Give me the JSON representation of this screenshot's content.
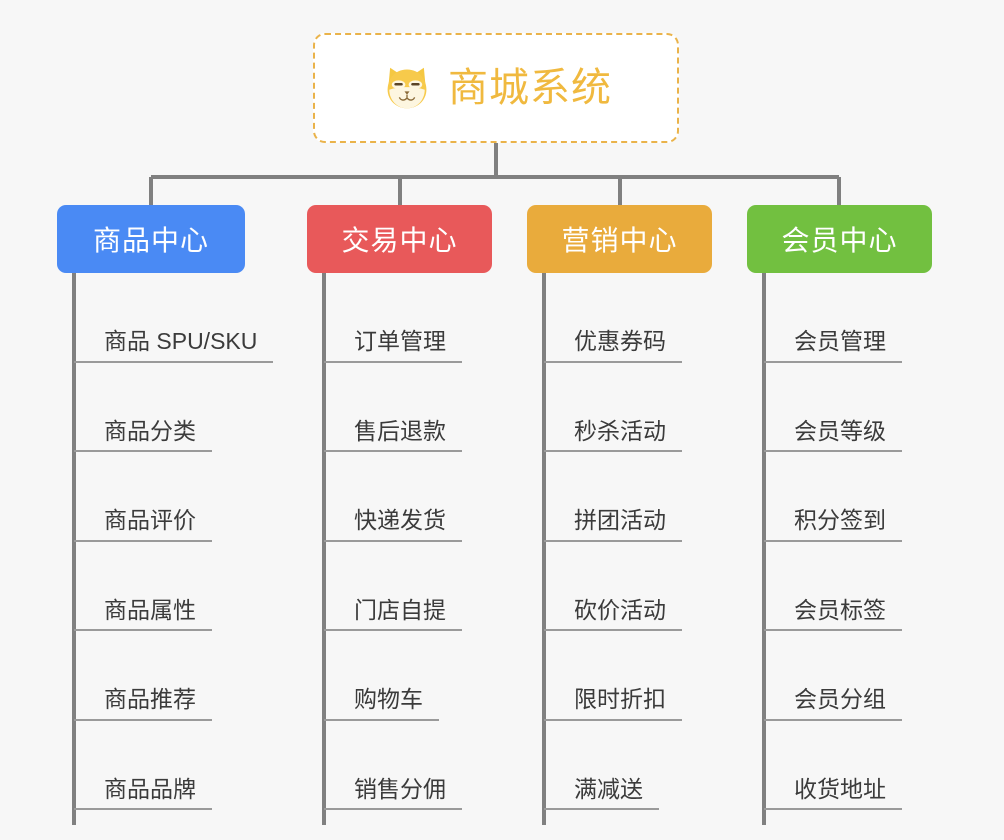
{
  "root": {
    "icon": "shiba-dog-face-emoji",
    "title": "商城系统",
    "border_color": "#eab34a",
    "title_color": "#f0b93f"
  },
  "branches": [
    {
      "label": "商品中心",
      "color": "#4a8af4",
      "items": [
        "商品 SPU/SKU",
        "商品分类",
        "商品评价",
        "商品属性",
        "商品推荐",
        "商品品牌"
      ]
    },
    {
      "label": "交易中心",
      "color": "#e8595a",
      "items": [
        "订单管理",
        "售后退款",
        "快递发货",
        "门店自提",
        "购物车",
        "销售分佣"
      ]
    },
    {
      "label": "营销中心",
      "color": "#e9ab3c",
      "items": [
        "优惠券码",
        "秒杀活动",
        "拼团活动",
        "砍价活动",
        "限时折扣",
        "满减送"
      ]
    },
    {
      "label": "会员中心",
      "color": "#72c040",
      "items": [
        "会员管理",
        "会员等级",
        "积分签到",
        "会员标签",
        "会员分组",
        "收货地址"
      ]
    }
  ],
  "style": {
    "background": "#f7f7f7",
    "connector_color": "#808080",
    "leaf_line_color": "#9a9a9a",
    "leaf_text_color": "#3b3b3b"
  }
}
